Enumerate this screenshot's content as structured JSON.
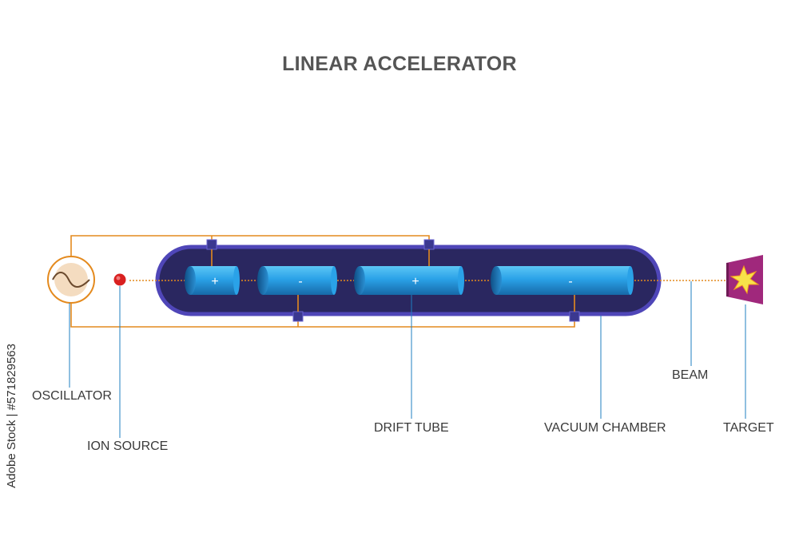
{
  "title": "LINEAR ACCELERATOR",
  "labels": {
    "oscillator": "OSCILLATOR",
    "ion_source": "ION SOURCE",
    "drift_tube": "DRIFT TUBE",
    "vacuum_chamber": "VACUUM CHAMBER",
    "beam": "BEAM",
    "target": "TARGET"
  },
  "drift_tubes": [
    {
      "charge": "+"
    },
    {
      "charge": "-"
    },
    {
      "charge": "+"
    },
    {
      "charge": "-"
    }
  ],
  "stock_id": "Adobe Stock | #571829563",
  "colors": {
    "chamber_fill": "#2a2760",
    "chamber_border": "#4f46b8",
    "tube": "#2aa2e8",
    "tube_dark": "#1977b6",
    "wire": "#e48a1e",
    "beam": "#e48a1e",
    "ion": "#d92020",
    "oscillator_fill": "#f4dcc0",
    "target": "#a0287c",
    "leader": "#1f7fc0"
  }
}
